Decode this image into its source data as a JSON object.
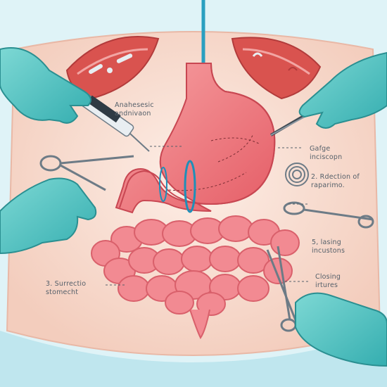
{
  "labels": {
    "anesthesia": {
      "line1": "Anahesesic",
      "line2": "andnivaon"
    },
    "gastric": {
      "line1": "Gafge",
      "line2": "inciscopn"
    },
    "resection": {
      "line1": "2. Rdection of",
      "line2": "raparimo."
    },
    "lasing": {
      "line1": "5, lasing",
      "line2": "incustons"
    },
    "surrection": {
      "line1": "3. Surrectio",
      "line2": "stomecht"
    },
    "closing": {
      "line1": "Closing",
      "line2": "irtures"
    }
  },
  "colors": {
    "background": "#dff3f7",
    "skin": "#fbe3d6",
    "stomach": "#f07a80",
    "intestine": "#f28a92",
    "glove": "#4fc6c4",
    "instrument": "#c9d3db",
    "tube": "#2a9fc0"
  }
}
